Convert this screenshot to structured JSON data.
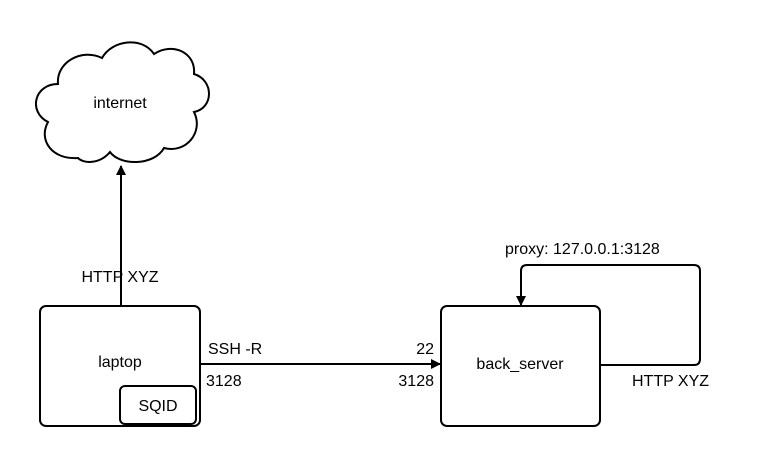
{
  "nodes": {
    "internet": "internet",
    "laptop": "laptop",
    "squid": "SQID",
    "back_server": "back_server"
  },
  "labels": {
    "laptop_to_internet": "HTTP XYZ",
    "ssh_tunnel": "SSH -R",
    "laptop_port": "3128",
    "server_ssh_port": "22",
    "server_tunnel_port": "3128",
    "proxy_setting": "proxy: 127.0.0.1:3128",
    "server_loop": "HTTP XYZ"
  }
}
